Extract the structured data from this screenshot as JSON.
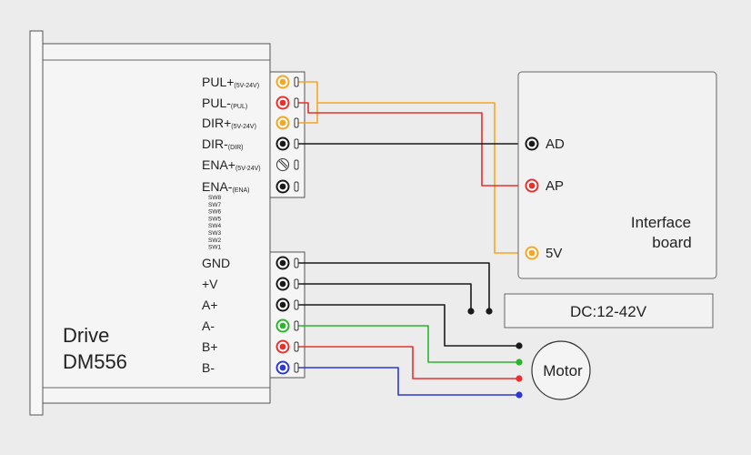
{
  "driver": {
    "name": "Drive",
    "model": "DM556",
    "signal_terminals": [
      {
        "label": "PUL+",
        "sub": "(5V-24V)",
        "port": "orange"
      },
      {
        "label": "PUL-",
        "sub": "(PUL)",
        "port": "red"
      },
      {
        "label": "DIR+",
        "sub": "(5V-24V)",
        "port": "orange"
      },
      {
        "label": "DIR-",
        "sub": "(DIR)",
        "port": "black"
      },
      {
        "label": "ENA+",
        "sub": "(5V-24V)",
        "port": "screw"
      },
      {
        "label": "ENA-",
        "sub": "(ENA)",
        "port": "black"
      }
    ],
    "switches": [
      "SW8",
      "SW7",
      "SW6",
      "SW5",
      "SW4",
      "SW3",
      "SW2",
      "SW1"
    ],
    "power_terminals": [
      {
        "label": "GND",
        "port": "black"
      },
      {
        "label": "+V",
        "port": "black"
      },
      {
        "label": "A+",
        "port": "black"
      },
      {
        "label": "A-",
        "port": "green"
      },
      {
        "label": "B+",
        "port": "red"
      },
      {
        "label": "B-",
        "port": "blue"
      }
    ]
  },
  "interface_board": {
    "title_line1": "Interface",
    "title_line2": "board",
    "pins": [
      "AD",
      "AP",
      "5V"
    ]
  },
  "power_supply": {
    "label": "DC:12-42V"
  },
  "motor": {
    "label": "Motor"
  },
  "colors": {
    "orange": "#f5a623",
    "red": "#e8302c",
    "black": "#1a1a1a",
    "green": "#2bb52b",
    "blue": "#2c38d6"
  }
}
